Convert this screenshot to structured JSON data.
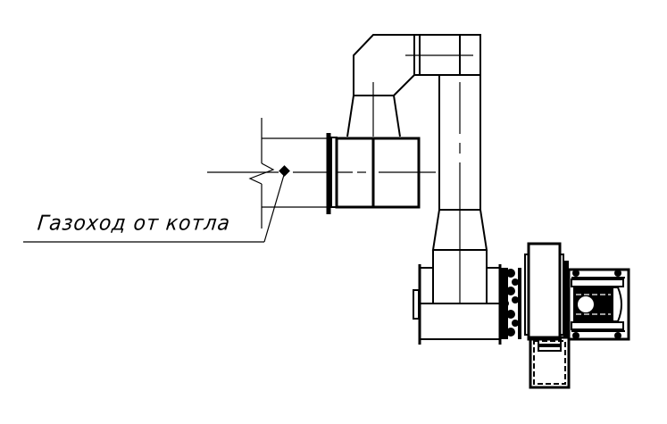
{
  "drawing": {
    "type": "technical-drawing",
    "subject": "flue gas duct with smoke exhauster fan",
    "line_color": "#000000",
    "background": "#ffffff"
  },
  "callout": {
    "label": "Газоход от котла",
    "meaning": "Flue duct from boiler"
  },
  "components": [
    {
      "name": "boiler-flue-duct-breakline",
      "desc": "Break line of incoming flue duct"
    },
    {
      "name": "duct-connection-flange",
      "desc": "Flange connection of horizontal duct"
    },
    {
      "name": "horizontal-duct-section",
      "desc": "Horizontal duct section with split line"
    },
    {
      "name": "upper-reducer",
      "desc": "Tapered transition on top of duct section"
    },
    {
      "name": "elbow-90",
      "desc": "90° bend at top of riser"
    },
    {
      "name": "vertical-riser-duct",
      "desc": "Vertical duct going down to fan"
    },
    {
      "name": "lower-reducer",
      "desc": "Lower tapered transition"
    },
    {
      "name": "fan-inlet-box",
      "desc": "Inlet box to smoke exhauster"
    },
    {
      "name": "smoke-exhauster-fan",
      "desc": "Centrifugal fan housing"
    },
    {
      "name": "fan-motor",
      "desc": "Electric motor of fan"
    },
    {
      "name": "fan-outlet",
      "desc": "Fan discharge outlet"
    }
  ]
}
